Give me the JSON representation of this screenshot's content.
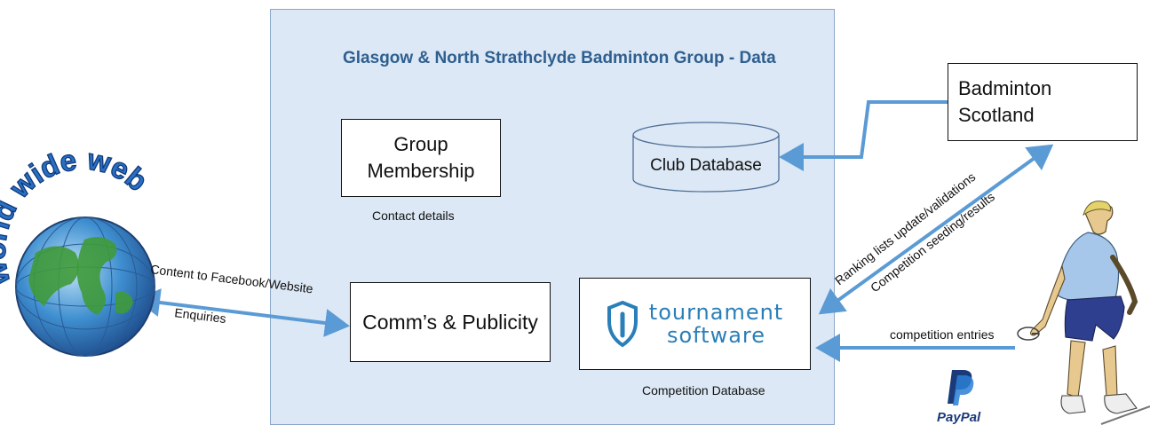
{
  "diagram": {
    "title": "Glasgow & North Strathclyde Badminton Group - Data",
    "group_membership": "Group Membership",
    "contact_details": "Contact details",
    "club_database": "Club Database",
    "comms_publicity": "Comm’s & Publicity",
    "tournament_software_line1": "tournament",
    "tournament_software_line2": "software",
    "competition_database": "Competition Database",
    "badminton_scotland": "Badminton Scotland",
    "world_wide_web": "world wide web",
    "content_to_facebook": "Content to Facebook/Website",
    "enquiries": "Enquiries",
    "ranking_lists": "Ranking lists update/validations",
    "competition_seeding": "Competition seeding/results",
    "competition_entries": "competition entries",
    "paypal": "PayPal"
  },
  "colors": {
    "panel_bg": "#dce8f5",
    "arrow": "#5b9bd5",
    "title": "#2f5f8f",
    "tournament_brand": "#2a7fb8",
    "paypal": "#1b3a7a"
  }
}
